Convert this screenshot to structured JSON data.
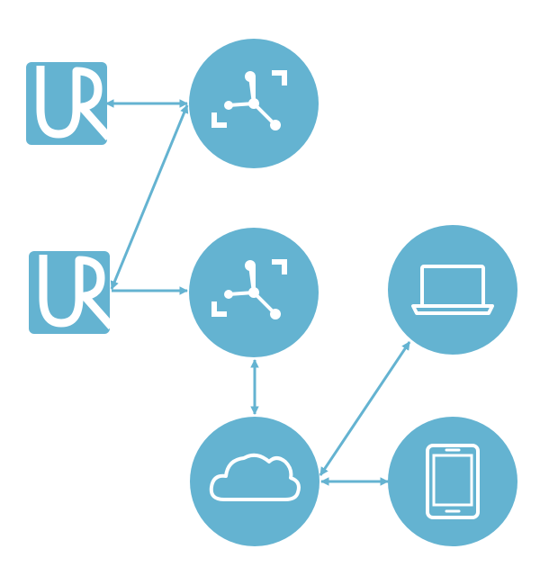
{
  "colors": {
    "accent": "#64b3d1",
    "icon_stroke": "#ffffff",
    "background": "#ffffff"
  },
  "nodes": [
    {
      "id": "robot-1",
      "icon": "ur-logo-icon"
    },
    {
      "id": "robot-2",
      "icon": "ur-logo-icon"
    },
    {
      "id": "hub-1",
      "icon": "network-hub-icon"
    },
    {
      "id": "hub-2",
      "icon": "network-hub-icon"
    },
    {
      "id": "cloud",
      "icon": "cloud-icon"
    },
    {
      "id": "laptop",
      "icon": "laptop-icon"
    },
    {
      "id": "tablet",
      "icon": "tablet-icon"
    }
  ],
  "edges": [
    {
      "from": "robot-1",
      "to": "hub-1",
      "direction": "both"
    },
    {
      "from": "robot-2",
      "to": "hub-1",
      "direction": "both"
    },
    {
      "from": "robot-2",
      "to": "hub-2",
      "direction": "forward"
    },
    {
      "from": "hub-2",
      "to": "cloud",
      "direction": "both"
    },
    {
      "from": "cloud",
      "to": "laptop",
      "direction": "both"
    },
    {
      "from": "cloud",
      "to": "tablet",
      "direction": "both"
    }
  ]
}
